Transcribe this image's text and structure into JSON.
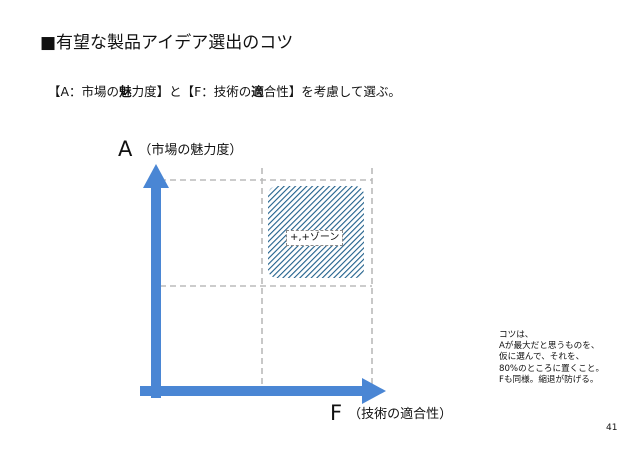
{
  "slide": {
    "title": "■有望な製品アイデア選出のコツ",
    "subtitle": {
      "p1": "【A：市場の",
      "b1": "魅",
      "p2": "力度】と【F：技術の",
      "b2": "適",
      "p3": "合性】を考慮して選ぶ。"
    },
    "axis_a": {
      "letter": "A",
      "note": "（市場の魅力度）"
    },
    "axis_f": {
      "letter": "F",
      "note": "（技術の適合性）"
    },
    "zone_label": "+,+ゾーン",
    "note_lines": [
      "コツは、",
      "Aが最大だと思うものを、",
      "仮に選んで、それを、",
      "80%のところに置くこと。",
      "Fも同様。縮退が防げる。"
    ],
    "page_number": "41"
  },
  "colors": {
    "axis": "#4a86d4",
    "grid": "#bbbbbb",
    "zone_hatch": "#1f5f8b"
  }
}
